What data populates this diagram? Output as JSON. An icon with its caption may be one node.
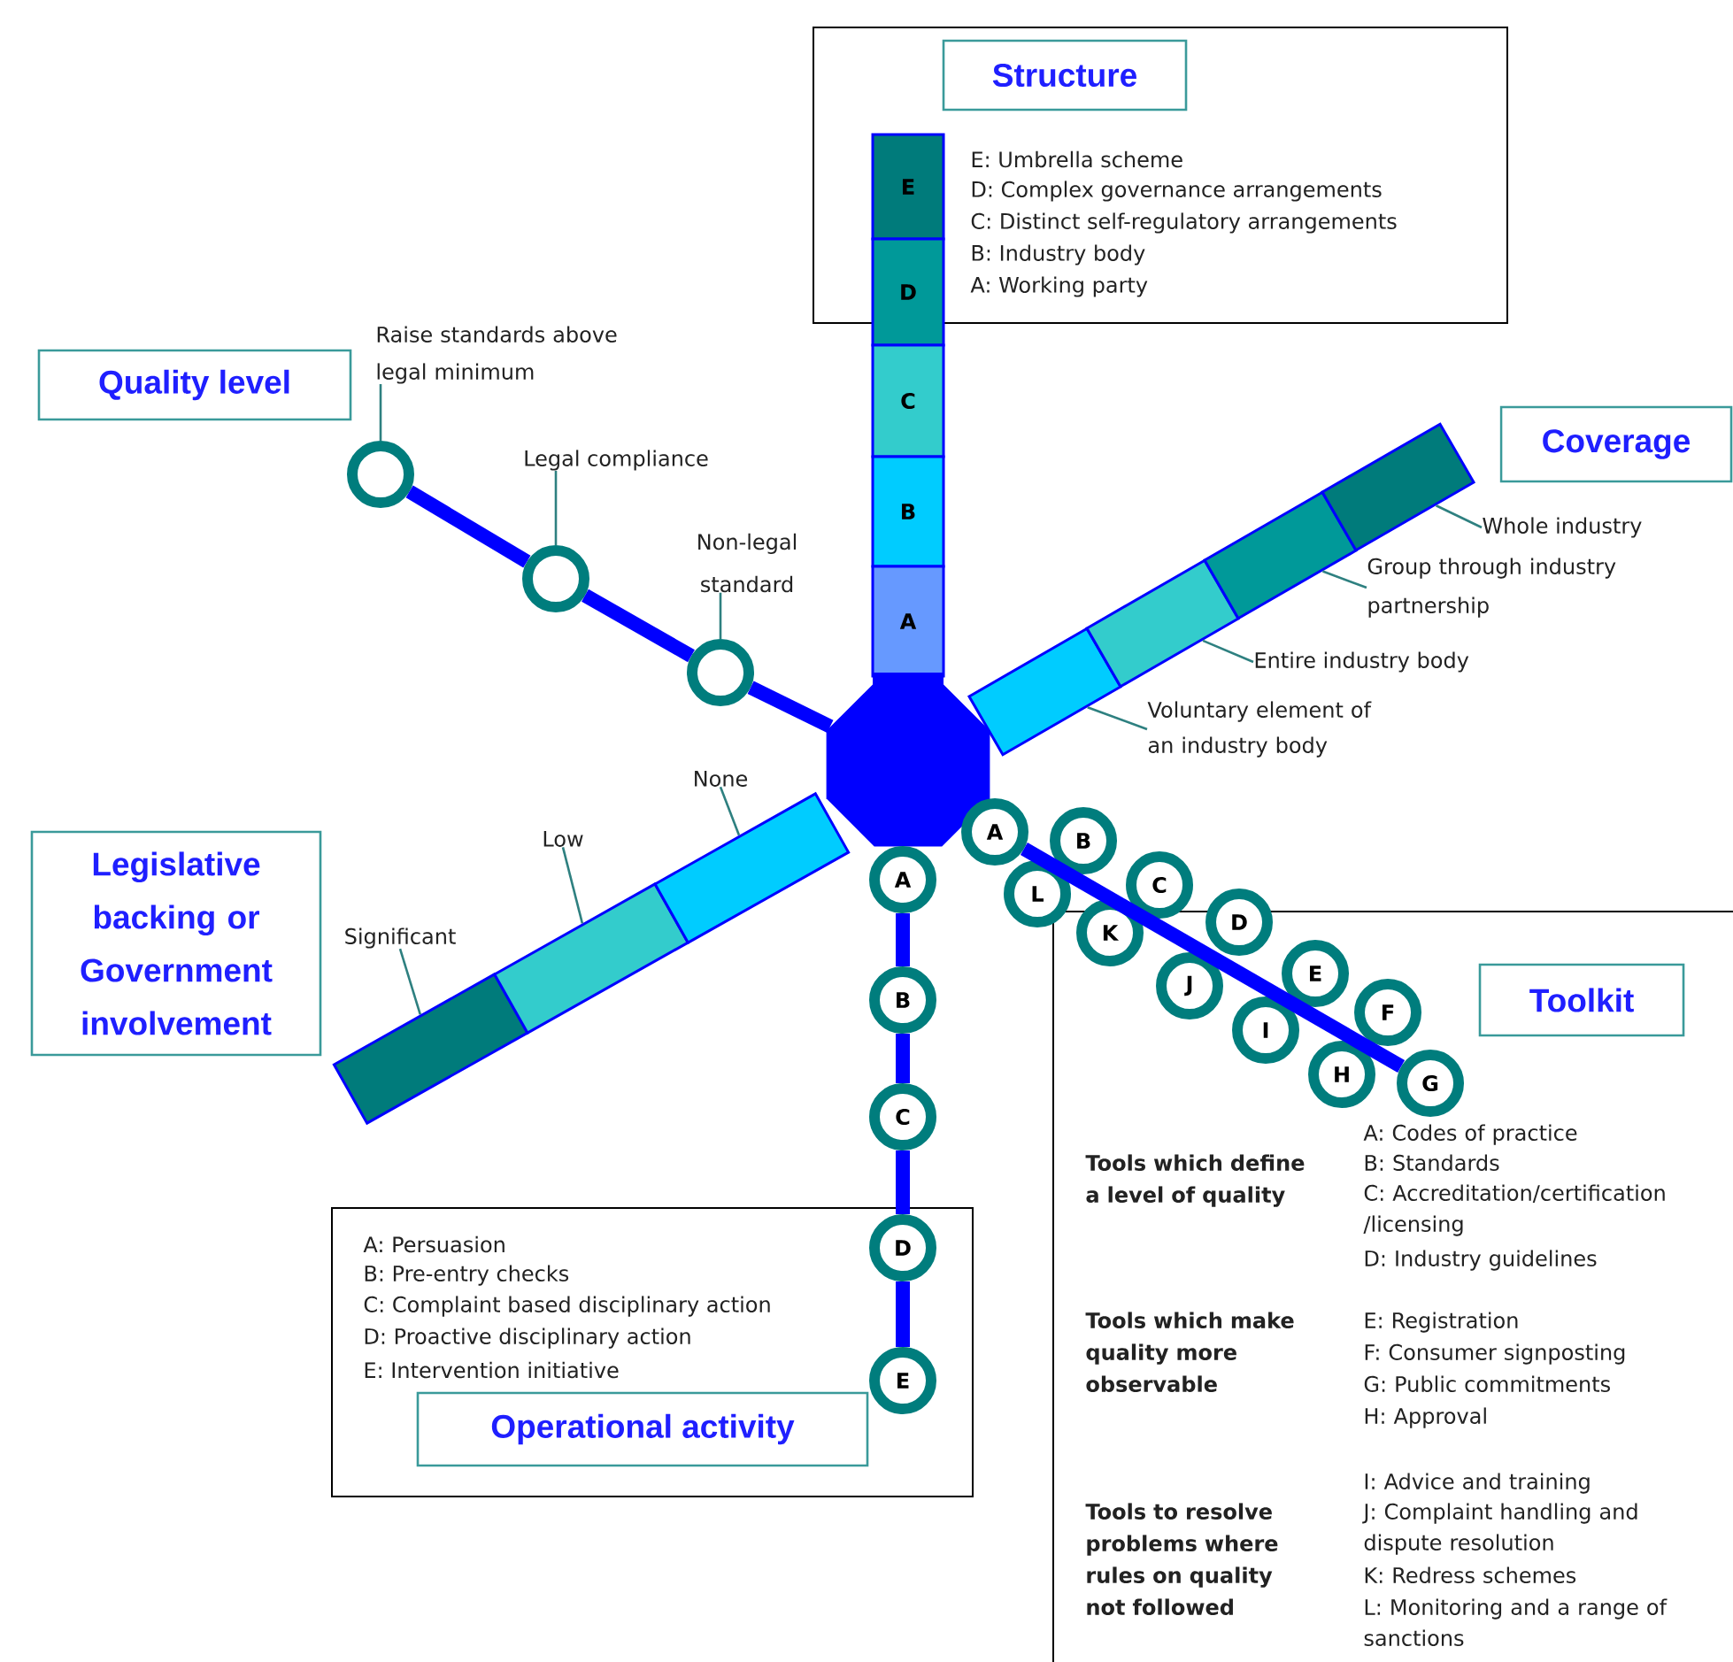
{
  "diagram": {
    "nodes": [
      {
        "text": [
          "E: Umbrella scheme",
          "D: Complex governance arrangements",
          "C: Distinct self-regulatory arrangements",
          "B: Industry body",
          "A: Working party"
        ]
      },
      {
        "text": [
          "Structure"
        ],
        "in": 0
      },
      {
        "text": [
          "E"
        ],
        "in": 0
      },
      {
        "text": [
          "D"
        ]
      },
      {
        "text": [
          "C"
        ]
      },
      {
        "text": [
          "B"
        ]
      },
      {
        "text": [
          "A"
        ]
      },
      {
        "text": [
          "Quality level"
        ]
      },
      {
        "text": [
          "Raise standards above legal minimum"
        ]
      },
      {
        "text": [
          "Legal compliance"
        ]
      },
      {
        "text": [
          "Non-legal standard"
        ]
      },
      {
        "text": [],
        "shape": "circle"
      },
      {
        "text": [],
        "shape": "circle"
      },
      {
        "text": [],
        "shape": "circle"
      },
      {
        "text": [
          "Coverage"
        ]
      },
      {
        "text": [
          "Whole industry"
        ]
      },
      {
        "text": [
          "Group through industry partnership"
        ]
      },
      {
        "text": [
          "Entire industry body"
        ]
      },
      {
        "text": [
          "Voluntary element of an industry body"
        ]
      },
      {
        "text": [],
        "shape": "box"
      },
      {
        "text": [],
        "shape": "box"
      },
      {
        "text": [],
        "shape": "box"
      },
      {
        "text": [],
        "shape": "box"
      },
      {
        "text": [],
        "shape": "octagon"
      },
      {
        "text": [
          "Legislative backing or Government involvement"
        ]
      },
      {
        "text": [
          "Significant"
        ]
      },
      {
        "text": [
          "Low"
        ]
      },
      {
        "text": [
          "None"
        ]
      },
      {
        "text": [],
        "shape": "box"
      },
      {
        "text": [],
        "shape": "box"
      },
      {
        "text": [],
        "shape": "box"
      },
      {
        "text": [
          "A: Persuasion",
          "B: Pre-entry checks",
          "C: Complaint based disciplinary action",
          "D: Proactive disciplinary action",
          "E: Intervention initiative"
        ]
      },
      {
        "text": [
          "Operational activity"
        ],
        "in": 31
      },
      {
        "text": [
          "A"
        ]
      },
      {
        "text": [
          "B"
        ]
      },
      {
        "text": [
          "C"
        ]
      },
      {
        "text": [
          "D"
        ],
        "in": 31
      },
      {
        "text": [
          "E"
        ],
        "in": 31
      },
      {
        "text": [
          "Tools which define a level of quality",
          "A: Codes of practice",
          "B: Standards",
          "C: Accreditation/certification /licensing",
          "D: Industry guidelines",
          "Tools which make quality more observable",
          "E: Registration",
          "F: Consumer signposting",
          "G: Public commitments",
          "H: Approval",
          "Tools to resolve problems where rules on quality not followed",
          "I: Advice and training",
          "J: Complaint handling and dispute resolution",
          "K: Redress schemes",
          "L: Monitoring and a range of sanctions"
        ]
      },
      {
        "text": [
          "Toolkit"
        ],
        "in": 38
      },
      {
        "text": [
          "A"
        ]
      },
      {
        "text": [
          "B"
        ]
      },
      {
        "text": [
          "C"
        ]
      },
      {
        "text": [
          "D"
        ]
      },
      {
        "text": [
          "E"
        ],
        "in": 38
      },
      {
        "text": [
          "F"
        ],
        "in": 38
      },
      {
        "text": [
          "G"
        ],
        "in": 38
      },
      {
        "text": [
          "H"
        ],
        "in": 38
      },
      {
        "text": [
          "I"
        ],
        "in": 38
      },
      {
        "text": [
          "J"
        ],
        "in": 38
      },
      {
        "text": [
          "K"
        ]
      },
      {
        "text": [
          "L"
        ]
      }
    ],
    "edges": [
      {
        "from": 8,
        "to": 11,
        "arrow": "none"
      },
      {
        "from": 9,
        "to": 12,
        "arrow": "none"
      },
      {
        "from": 10,
        "to": 13,
        "arrow": "none"
      },
      {
        "from": 11,
        "to": 12,
        "arrow": "none",
        "style": "thick",
        "color": "#0000ff"
      },
      {
        "from": 12,
        "to": 13,
        "arrow": "none",
        "style": "thick",
        "color": "#0000ff"
      },
      {
        "from": 13,
        "to": 23,
        "arrow": "none",
        "style": "thick",
        "color": "#0000ff"
      },
      {
        "from": 15,
        "to": 22,
        "arrow": "none"
      },
      {
        "from": 16,
        "to": 21,
        "arrow": "none"
      },
      {
        "from": 17,
        "to": 20,
        "arrow": "none"
      },
      {
        "from": 18,
        "to": 19,
        "arrow": "none"
      },
      {
        "from": 25,
        "to": 28,
        "arrow": "none"
      },
      {
        "from": 26,
        "to": 29,
        "arrow": "none"
      },
      {
        "from": 27,
        "to": 30,
        "arrow": "none"
      },
      {
        "from": 33,
        "to": 34,
        "arrow": "none",
        "style": "thick",
        "color": "#0000ff"
      },
      {
        "from": 34,
        "to": 35,
        "arrow": "none",
        "style": "thick",
        "color": "#0000ff"
      },
      {
        "from": 35,
        "to": 36,
        "arrow": "none",
        "style": "thick",
        "color": "#0000ff"
      },
      {
        "from": 36,
        "to": 37,
        "arrow": "none",
        "style": "thick",
        "color": "#0000ff"
      },
      {
        "from": 40,
        "to": 46,
        "arrow": "none",
        "style": "thick",
        "color": "#0000ff"
      }
    ]
  }
}
